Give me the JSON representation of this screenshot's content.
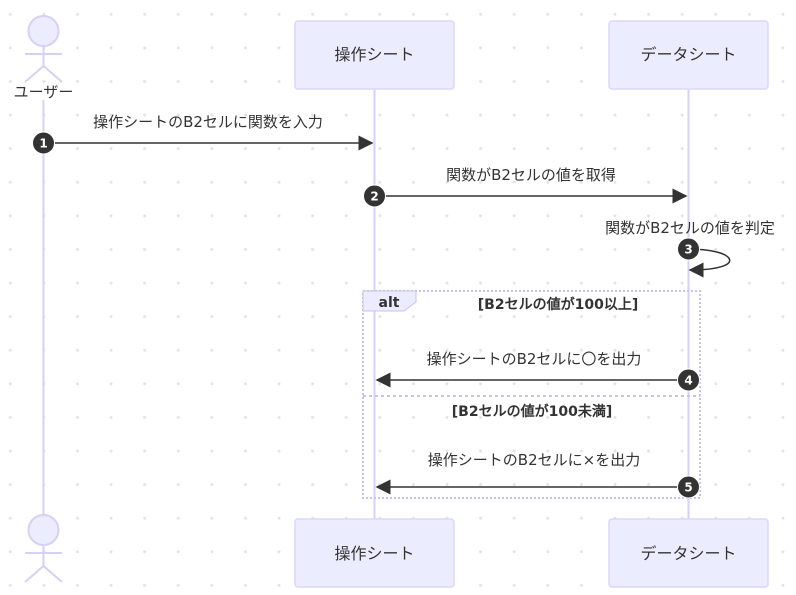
{
  "diagram": {
    "type": "sequence",
    "participants": [
      {
        "id": "user",
        "label": "ユーザー",
        "kind": "actor"
      },
      {
        "id": "ops",
        "label": "操作シート",
        "kind": "participant"
      },
      {
        "id": "data",
        "label": "データシート",
        "kind": "participant"
      }
    ],
    "messages": [
      {
        "number": "1",
        "from": "user",
        "to": "ops",
        "text": "操作シートのB2セルに関数を入力"
      },
      {
        "number": "2",
        "from": "ops",
        "to": "data",
        "text": "関数がB2セルの値を取得"
      },
      {
        "number": "3",
        "from": "data",
        "to": "data",
        "text": "関数がB2セルの値を判定"
      },
      {
        "number": "4",
        "from": "data",
        "to": "ops",
        "text": "操作シートのB2セルに〇を出力"
      },
      {
        "number": "5",
        "from": "data",
        "to": "ops",
        "text": "操作シートのB2セルに×を出力"
      }
    ],
    "alt_block": {
      "keyword": "alt",
      "conditions": [
        "[B2セルの値が100以上]",
        "[B2セルの値が100未満]"
      ]
    },
    "colors": {
      "participant_fill": "#ececff",
      "participant_border": "#ddd6f8",
      "lifeline": "#d8d0f4",
      "message_line": "#333333",
      "sequence_number_fill": "#333333",
      "alt_border": "#c8c0ee"
    }
  }
}
